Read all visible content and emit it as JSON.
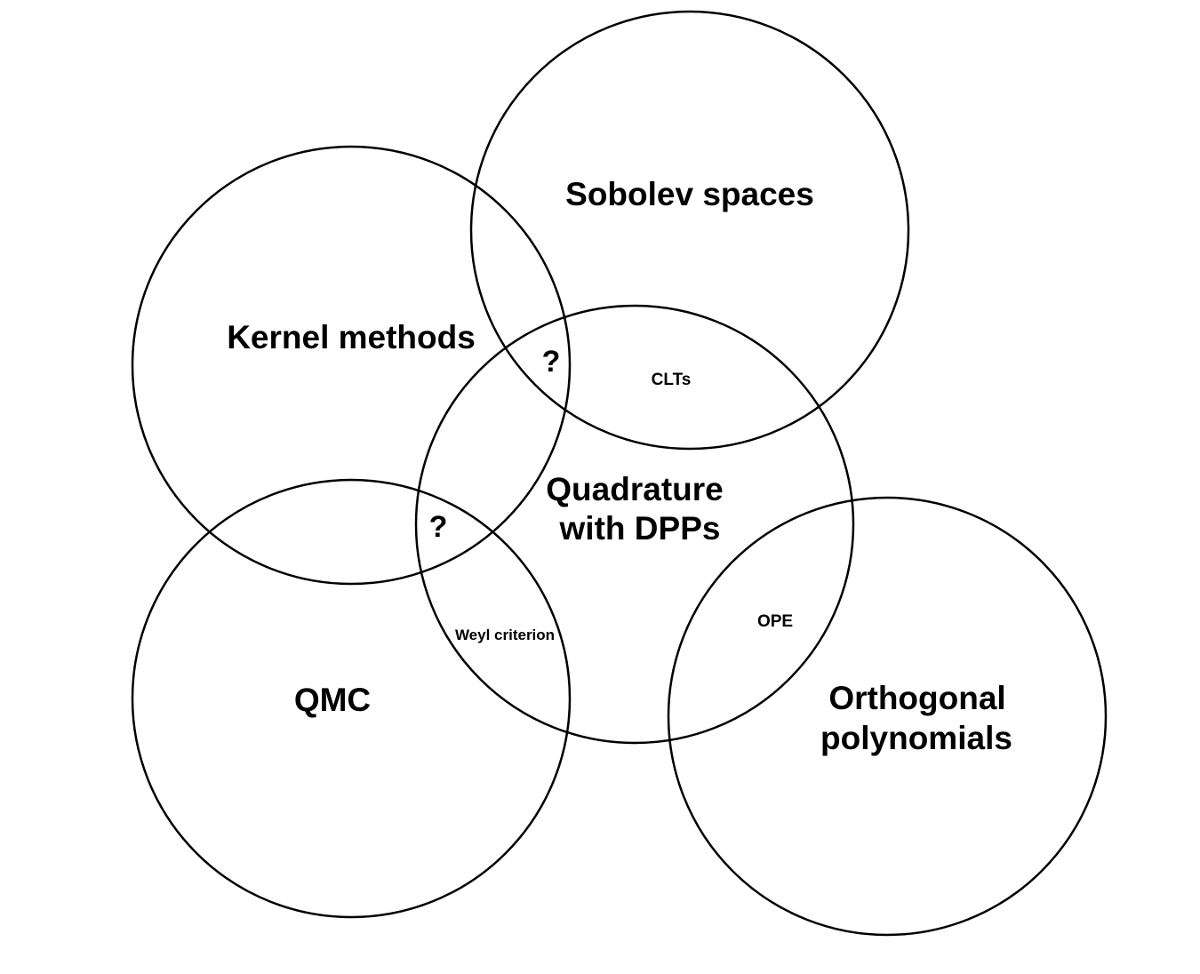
{
  "diagram": {
    "type": "venn",
    "sets": {
      "sobolev": "Sobolev spaces",
      "kernel": "Kernel methods",
      "quadrature_line1": "Quadrature",
      "quadrature_line2": "with DPPs",
      "qmc": "QMC",
      "orthogonal_line1": "Orthogonal",
      "orthogonal_line2": "polynomials"
    },
    "intersections": {
      "sobolev_quadrature": "CLTs",
      "kernel_sobolev_quadrature": "?",
      "kernel_qmc_quadrature": "?",
      "qmc_quadrature": "Weyl criterion",
      "quadrature_orthogonal": "OPE"
    }
  }
}
